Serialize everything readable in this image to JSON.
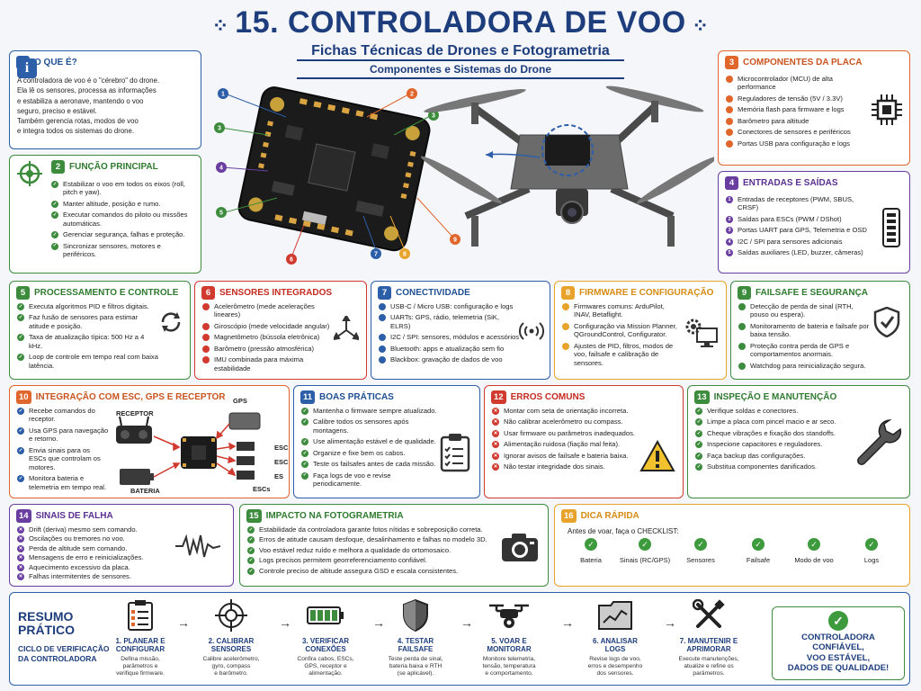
{
  "header": {
    "title": "15. CONTROLADORA DE VOO",
    "subtitle": "Fichas Técnicas de Drones e Fotogrametria",
    "subtitle2": "Componentes e Sistemas do Drone"
  },
  "colors": {
    "blue": "#2d5ea8",
    "orange": "#e0662b",
    "green": "#3d8c3d",
    "red": "#d13a2f",
    "purple": "#6a3ea1",
    "yellow": "#e8a32b",
    "navy": "#1d3d7c"
  },
  "s1": {
    "num": "1",
    "title": "O QUE É?",
    "text": [
      "A controladora de voo é o \"cérebro\" do drone.",
      "Ela lê os sensores, processa as informações",
      "e estabiliza a aeronave, mantendo o voo",
      "seguro, preciso e estável.",
      "Também gerencia rotas, modos de voo",
      "e integra todos os sistemas do drone."
    ]
  },
  "s2": {
    "num": "2",
    "title": "FUNÇÃO PRINCIPAL",
    "items": [
      "Estabilizar o voo em todos os eixos (roll, pitch e yaw).",
      "Manter altitude, posição e rumo.",
      "Executar comandos do piloto ou missões automáticas.",
      "Gerenciar segurança, falhas e proteção.",
      "Sincronizar sensores, motores e periféricos."
    ]
  },
  "s3": {
    "num": "3",
    "title": "COMPONENTES DA PLACA",
    "items": [
      "Microcontrolador (MCU) de alta performance",
      "Reguladores de tensão (5V / 3.3V)",
      "Memória flash para firmware e logs",
      "Barômetro para altitude",
      "Conectores de sensores e periféricos",
      "Portas USB para configuração e logs"
    ]
  },
  "s4": {
    "num": "4",
    "title": "ENTRADAS E SAÍDAS",
    "items": [
      "Entradas de receptores (PWM, SBUS, CRSF)",
      "Saídas para ESCs (PWM / DShot)",
      "Portas UART para GPS, Telemetria e OSD",
      "I2C / SPI para sensores adicionais",
      "Saídas auxiliares (LED, buzzer, câmeras)"
    ],
    "markers": [
      "1",
      "2",
      "3",
      "4",
      "5"
    ]
  },
  "s5": {
    "num": "5",
    "title": "PROCESSAMENTO E CONTROLE",
    "items": [
      "Executa algoritmos PID e filtros digitais.",
      "Faz fusão de sensores para estimar atitude e posição.",
      "Taxa de atualização típica: 500 Hz a 4 kHz.",
      "Loop de controle em tempo real com baixa latência."
    ]
  },
  "s6": {
    "num": "6",
    "title": "SENSORES INTEGRADOS",
    "items": [
      "Acelerômetro (mede acelerações lineares)",
      "Giroscópio (mede velocidade angular)",
      "Magnetômetro (bússola eletrônica)",
      "Barômetro (pressão atmosférica)",
      "IMU combinada para máxima estabilidade"
    ]
  },
  "s7": {
    "num": "7",
    "title": "CONECTIVIDADE",
    "items": [
      "USB-C / Micro USB: configuração e logs",
      "UARTs: GPS, rádio, telemetria (SiK, ELRS)",
      "I2C / SPI: sensores, módulos e acessórios",
      "Bluetooth: apps e atualização sem fio",
      "Blackbox: gravação de dados de voo"
    ]
  },
  "s8": {
    "num": "8",
    "title": "FIRMWARE E CONFIGURAÇÃO",
    "items": [
      "Firmwares comuns: ArduPilot, INAV, Betaflight.",
      "Configuração via Mission Planner, QGroundControl, Configurator.",
      "Ajustes de PID, filtros, modos de voo, failsafe e calibração de sensores."
    ]
  },
  "s9": {
    "num": "9",
    "title": "FAILSAFE E SEGURANÇA",
    "items": [
      "Detecção de perda de sinal (RTH, pouso ou espera).",
      "Monitoramento de bateria e failsafe por baixa tensão.",
      "Proteção contra perda de GPS e comportamentos anormais.",
      "Watchdog para reinicialização segura."
    ]
  },
  "s10": {
    "num": "10",
    "title": "INTEGRAÇÃO COM ESC, GPS E RECEPTOR",
    "items": [
      "Recebe comandos do receptor.",
      "Usa GPS para navegação e retorno.",
      "Envia sinais para os ESCs que controlam os motores.",
      "Monitora bateria e telemetria em tempo real."
    ],
    "labels": {
      "receptor": "RECEPTOR",
      "gps": "GPS",
      "bateria": "BATERIA",
      "esc1": "ESC",
      "esc2": "ESC",
      "esc3": "ES",
      "escs": "ESCs"
    }
  },
  "s11": {
    "num": "11",
    "title": "BOAS PRÁTICAS",
    "items": [
      "Mantenha o firmware sempre atualizado.",
      "Calibre todos os sensores após montagens.",
      "Use alimentação estável e de qualidade.",
      "Organize e fixe bem os cabos.",
      "Teste os failsafes antes de cada missão.",
      "Faça logs de voo e revise periodicamente."
    ]
  },
  "s12": {
    "num": "12",
    "title": "ERROS COMUNS",
    "items": [
      "Montar com seta de orientação incorreta.",
      "Não calibrar acelerômetro ou compass.",
      "Usar firmware ou parâmetros inadequados.",
      "Alimentação ruidosa (fiação mal feita).",
      "Ignorar avisos de failsafe e bateria baixa.",
      "Não testar integridade dos sinais."
    ]
  },
  "s13": {
    "num": "13",
    "title": "INSPEÇÃO E MANUTENÇÃO",
    "items": [
      "Verifique soldas e conectores.",
      "Limpe a placa com pincel macio e ar seco.",
      "Cheque vibrações e fixação dos standoffs.",
      "Inspecione capacitores e reguladores.",
      "Faça backup das configurações.",
      "Substitua componentes danificados."
    ]
  },
  "s14": {
    "num": "14",
    "title": "SINAIS DE FALHA",
    "items": [
      "Drift (deriva) mesmo sem comando.",
      "Oscilações ou tremores no voo.",
      "Perda de altitude sem comando.",
      "Mensagens de erro e reinicializações.",
      "Aquecimento excessivo da placa.",
      "Falhas intermitentes de sensores."
    ]
  },
  "s15": {
    "num": "15",
    "title": "IMPACTO NA FOTOGRAMETRIA",
    "items": [
      "Estabilidade da controladora garante fotos nítidas e sobreposição correta.",
      "Erros de atitude causam desfoque, desalinhamento e falhas no modelo 3D.",
      "Voo estável reduz ruído e melhora a qualidade do ortomosaico.",
      "Logs precisos permitem georreferenciamento confiável.",
      "Controle preciso de altitude assegura GSD e escala consistentes."
    ]
  },
  "s16": {
    "num": "16",
    "title": "DICA RÁPIDA",
    "intro": "Antes de voar, faça o CHECKLIST:",
    "checks": [
      "Bateria",
      "Sinais (RC/GPS)",
      "Sensores",
      "Failsafe",
      "Modo de voo",
      "Logs"
    ]
  },
  "board_markers": [
    "1",
    "2",
    "3",
    "3",
    "4",
    "5",
    "6",
    "7",
    "8",
    "9"
  ],
  "summary": {
    "title1": "RESUMO",
    "title2": "PRÁTICO",
    "cycle1": "CICLO DE VERIFICAÇÃO",
    "cycle2": "DA CONTROLADORA",
    "steps": [
      {
        "t1": "1. PLANEAR E",
        "t2": "CONFIGURAR",
        "d1": "Defina missão,",
        "d2": "parâmetros e",
        "d3": "verifique firmware."
      },
      {
        "t1": "2. CALIBRAR",
        "t2": "SENSORES",
        "d1": "Calibre acelerômetro,",
        "d2": "gyro, compass",
        "d3": "e barômetro."
      },
      {
        "t1": "3. VERIFICAR",
        "t2": "CONEXÕES",
        "d1": "Confira cabos, ESCs,",
        "d2": "GPS, receptor e",
        "d3": "alimentação."
      },
      {
        "t1": "4. TESTAR",
        "t2": "FAILSAFE",
        "d1": "Teste perda de sinal,",
        "d2": "bateria baixa e RTH",
        "d3": "(se aplicável)."
      },
      {
        "t1": "5. VOAR E",
        "t2": "MONITORAR",
        "d1": "Monitore telemetria,",
        "d2": "tensão, temperatura",
        "d3": "e comportamento."
      },
      {
        "t1": "6. ANALISAR",
        "t2": "LOGS",
        "d1": "Revise logs de voo,",
        "d2": "erros e desempenho",
        "d3": "dos sensores."
      },
      {
        "t1": "7. MANUTENIR E",
        "t2": "APRIMORAR",
        "d1": "Execute manutenções,",
        "d2": "atualize e refine os",
        "d3": "parâmetros."
      }
    ],
    "final1": "CONTROLADORA",
    "final2": "CONFIÁVEL,",
    "final3": "VOO ESTÁVEL,",
    "final4": "DADOS DE QUALIDADE!"
  }
}
